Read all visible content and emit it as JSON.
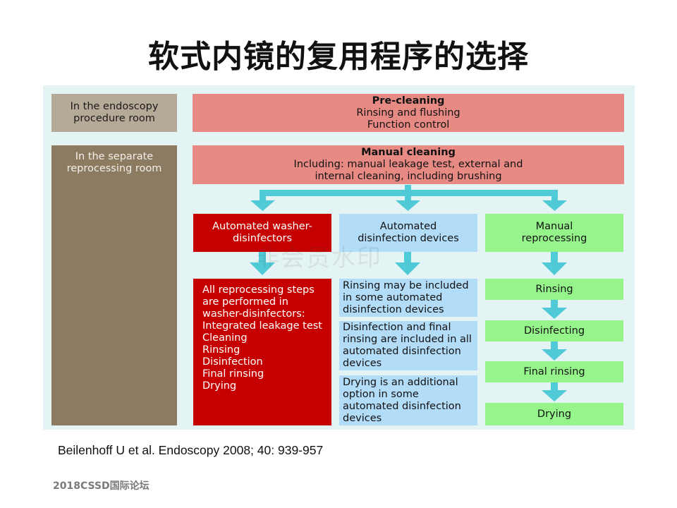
{
  "title": "软式内镜的复用程序的选择",
  "diagram": {
    "room_endoscopy": "In the endoscopy\nprocedure room",
    "room_reprocessing": "In the separate\nreprocessing room",
    "pre_cleaning": {
      "heading": "Pre-cleaning",
      "lines": "Rinsing and flushing\nFunction control"
    },
    "manual_cleaning": {
      "heading": "Manual cleaning",
      "lines": "Including: manual leakage test, external and\ninternal cleaning, including brushing"
    },
    "automated_washer": {
      "label": "Automated washer-\ndisinfectors",
      "details": "All reprocessing steps\nare performed in\nwasher-disinfectors:\nIntegrated leakage test\nCleaning\nRinsing\nDisinfection\nFinal rinsing\nDrying"
    },
    "automated_disinfection": {
      "label": "Automated\ndisinfection devices",
      "note1": "Rinsing may be included\nin some automated\ndisinfection devices",
      "note2": "Disinfection and final\nrinsing are included in all\nautomated disinfection\ndevices",
      "note3": "Drying is an additional\noption in some\nautomated disinfection\ndevices"
    },
    "manual_reprocessing": {
      "label": "Manual\nreprocessing",
      "steps": [
        "Rinsing",
        "Disinfecting",
        "Final rinsing",
        "Drying"
      ]
    }
  },
  "watermark": "非会员水印",
  "citation": "Beilenhoff U et al. Endoscopy 2008; 40: 939-957",
  "footer": "2018CSSD国际论坛",
  "colors": {
    "panel": "#e4f3f3",
    "arrow": "#4fcad6",
    "room_top": "#b5a998",
    "room_bottom": "#8d7b61",
    "cleaning": "#e88a84",
    "washer": "#c60000",
    "disinfection": "#b2dcf7",
    "manual": "#95f58b"
  }
}
